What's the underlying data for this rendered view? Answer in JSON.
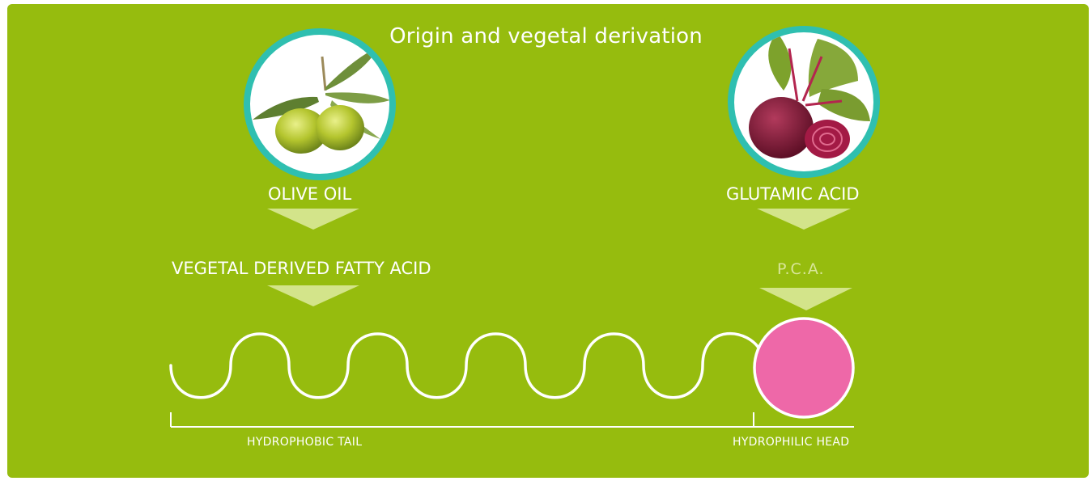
{
  "title": "Origin and vegetal derivation",
  "left": {
    "ingredient_label": "OLIVE OIL",
    "image": "olive-branch-image",
    "derived_label": "VEGETAL DERIVED FATTY ACID",
    "part_label": "HYDROPHOBIC TAIL"
  },
  "right": {
    "ingredient_label": "GLUTAMIC  ACID",
    "image": "beetroot-image",
    "derived_label": "P.C.A.",
    "part_label": "HYDROPHILIC HEAD"
  },
  "colors": {
    "background": "#96bc0e",
    "ring": "#2fbfb0",
    "arrow": "#d3e48a",
    "head": "#ee68a8",
    "line": "#ffffff"
  }
}
